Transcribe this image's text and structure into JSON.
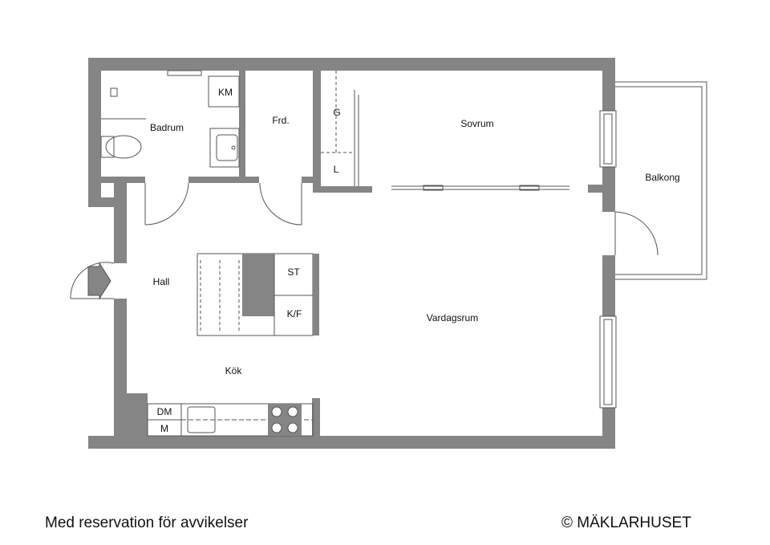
{
  "rooms": {
    "badrum": "Badrum",
    "km": "KM",
    "frd": "Frd.",
    "g": "G",
    "l": "L",
    "sovrum": "Sovrum",
    "balkong": "Balkong",
    "hall": "Hall",
    "st": "ST",
    "kf": "K/F",
    "vardagsrum": "Vardagsrum",
    "kok": "Kök",
    "dm": "DM",
    "m": "M"
  },
  "footer": {
    "disclaimer": "Med reservation för avvikelser",
    "copyright": "© MÄKLARHUSET"
  },
  "colors": {
    "wall": "#858585",
    "line": "#555555",
    "window": "#ffffff"
  }
}
